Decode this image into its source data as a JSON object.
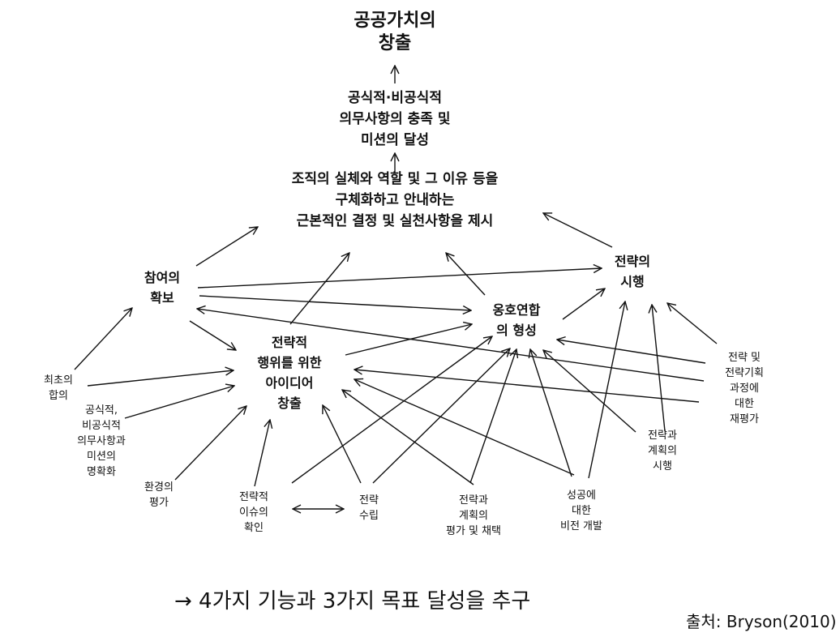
{
  "nodes": {
    "public_value": [
      "공공가치의",
      "창출"
    ],
    "mandates_mission": [
      "공식적·비공식적",
      "의무사항의 충족 및",
      "미션의 달성"
    ],
    "fundamental_decisions": [
      "조직의 실체와 역할 및 그 이유 등을",
      "구체화하고 안내하는",
      "근본적인 결정 및 실천사항을 제시"
    ],
    "participation": [
      "참여의",
      "확보"
    ],
    "strategy_implementation": [
      "전략의",
      "시행"
    ],
    "coalition": [
      "옹호연합",
      "의 형성"
    ],
    "strategic_ideas": [
      "전략적",
      "행위를 위한",
      "아이디어",
      "창출"
    ],
    "initial_agreement": [
      "최초의",
      "합의"
    ],
    "clarify_mandates": [
      "공식적,",
      "비공식적",
      "의무사항과",
      "미션의",
      "명확화"
    ],
    "assess_environment": [
      "환경의",
      "평가"
    ],
    "identify_issues": [
      "전략적",
      "이슈의",
      "확인"
    ],
    "formulate_strategy": [
      "전략",
      "수립"
    ],
    "review_adopt": [
      "전략과",
      "계획의",
      "평가 및 채택"
    ],
    "vision_success": [
      "성공에",
      "대한",
      "비전 개발"
    ],
    "implement_plans": [
      "전략과",
      "계획의",
      "시행"
    ],
    "reassess": [
      "전략 및",
      "전략기획",
      "과정에",
      "대한",
      "재평가"
    ]
  },
  "footer": {
    "summary": "→ 4가지 기능과 3가지 목표 달성을 추구",
    "source": "출처: Bryson(2010)"
  }
}
